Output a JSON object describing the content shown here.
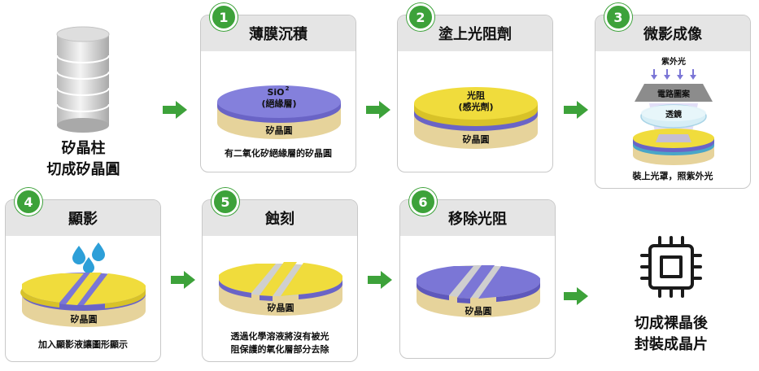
{
  "start": {
    "label_line1": "矽晶柱",
    "label_line2": "切成矽晶圓"
  },
  "steps": [
    {
      "number": "1",
      "title": "薄膜沉積",
      "layer_label_main": "SiO",
      "layer_label_sup": "2",
      "layer_label_sub": "(絕緣層)",
      "wafer_label": "矽晶圓",
      "caption": "有二氧化矽絕緣層的矽晶圓"
    },
    {
      "number": "2",
      "title": "塗上光阻劑",
      "layer_label_line1": "光阻",
      "layer_label_line2": "(感光劑)",
      "wafer_label": "矽晶圓"
    },
    {
      "number": "3",
      "title": "微影成像",
      "uv_label": "紫外光",
      "mask_label": "電路圖案",
      "lens_label": "透鏡",
      "caption": "裝上光罩，照紫外光"
    },
    {
      "number": "4",
      "title": "顯影",
      "wafer_label": "矽晶圓",
      "caption": "加入顯影液讓圖形顯示"
    },
    {
      "number": "5",
      "title": "蝕刻",
      "wafer_label": "矽晶圓",
      "caption_line1": "透過化學溶液將沒有被光",
      "caption_line2": "阻保護的氧化層部分去除"
    },
    {
      "number": "6",
      "title": "移除光阻",
      "wafer_label": "矽晶圓"
    }
  ],
  "end": {
    "label_line1": "切成裸晶後",
    "label_line2": "封裝成晶片"
  },
  "colors": {
    "green": "#3da23a",
    "purple": "#7b76d6",
    "yellow": "#f0dc3c",
    "wafer": "#e6d39b",
    "header_gray": "#e5e5e5",
    "border_gray": "#c8c8c8"
  }
}
